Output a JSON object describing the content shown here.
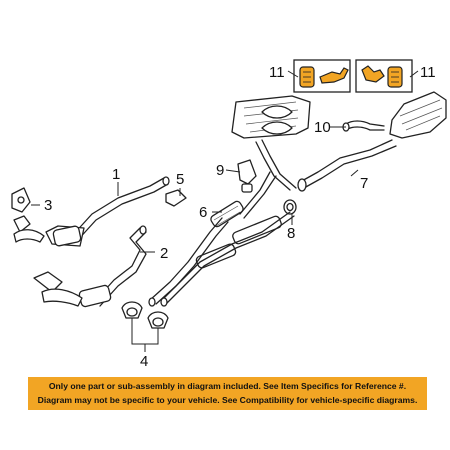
{
  "diagram": {
    "callouts": {
      "c1": "1",
      "c2": "2",
      "c3": "3",
      "c4": "4",
      "c5": "5",
      "c6": "6",
      "c7": "7",
      "c8": "8",
      "c9": "9",
      "c10": "10",
      "c11_left": "11",
      "c11_right": "11"
    },
    "colors": {
      "highlight": "#f2a524",
      "line": "#222222",
      "background": "#ffffff"
    }
  },
  "disclaimer": {
    "line1": "Only one part or sub-assembly in diagram included. See Item Specifics for Reference #.",
    "line2": "Diagram may not be specific to your vehicle. See Compatibility for vehicle-specific diagrams."
  }
}
